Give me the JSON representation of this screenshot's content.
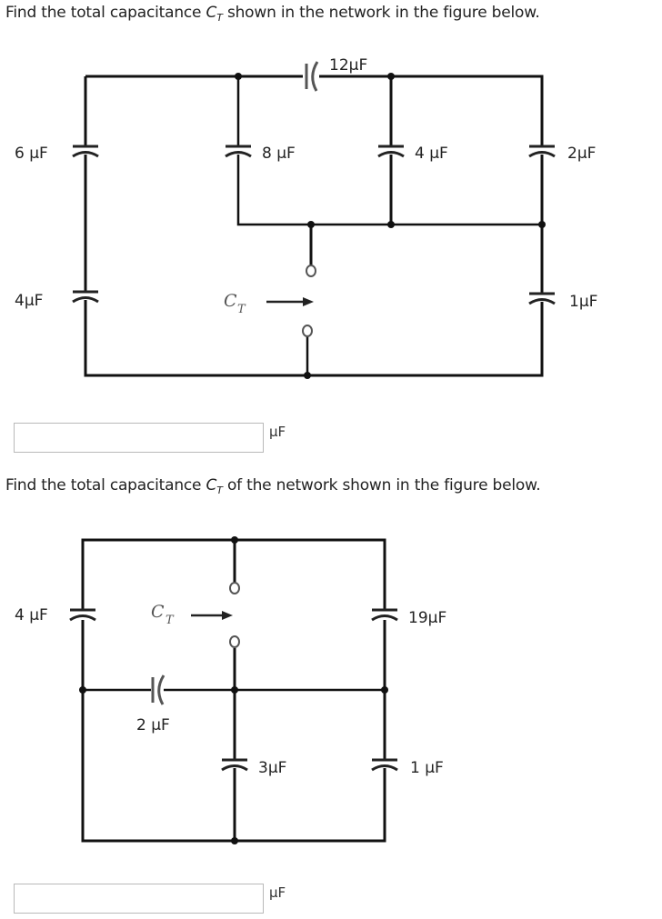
{
  "questions": [
    {
      "id": "q1",
      "prompt_before": "Find the total capacitance ",
      "symbol": "C",
      "symbol_sub": "T",
      "prompt_after": " shown in the network in the figure below.",
      "answer_value": "",
      "answer_unit": "µF",
      "circuit": {
        "capacitors": [
          {
            "id": "c12",
            "label": "12µF"
          },
          {
            "id": "c6",
            "label": "6 µF"
          },
          {
            "id": "c8",
            "label": "8 µF"
          },
          {
            "id": "c4a",
            "label": "4 µF"
          },
          {
            "id": "c2",
            "label": "2µF"
          },
          {
            "id": "c4b",
            "label": "4µF"
          },
          {
            "id": "c1",
            "label": "1µF"
          }
        ],
        "terminal_label": "C",
        "terminal_label_sub": "T"
      }
    },
    {
      "id": "q2",
      "prompt_before": "Find the total capacitance ",
      "symbol": "C",
      "symbol_sub": "T",
      "prompt_after": " of the network shown in the figure below.",
      "answer_value": "",
      "answer_unit": "µF",
      "circuit": {
        "capacitors": [
          {
            "id": "c4",
            "label": "4 µF"
          },
          {
            "id": "c19",
            "label": "19µF"
          },
          {
            "id": "c2",
            "label": "2 µF"
          },
          {
            "id": "c3",
            "label": "3µF"
          },
          {
            "id": "c1",
            "label": "1 µF"
          }
        ],
        "terminal_label": "C",
        "terminal_label_sub": "T"
      }
    }
  ]
}
